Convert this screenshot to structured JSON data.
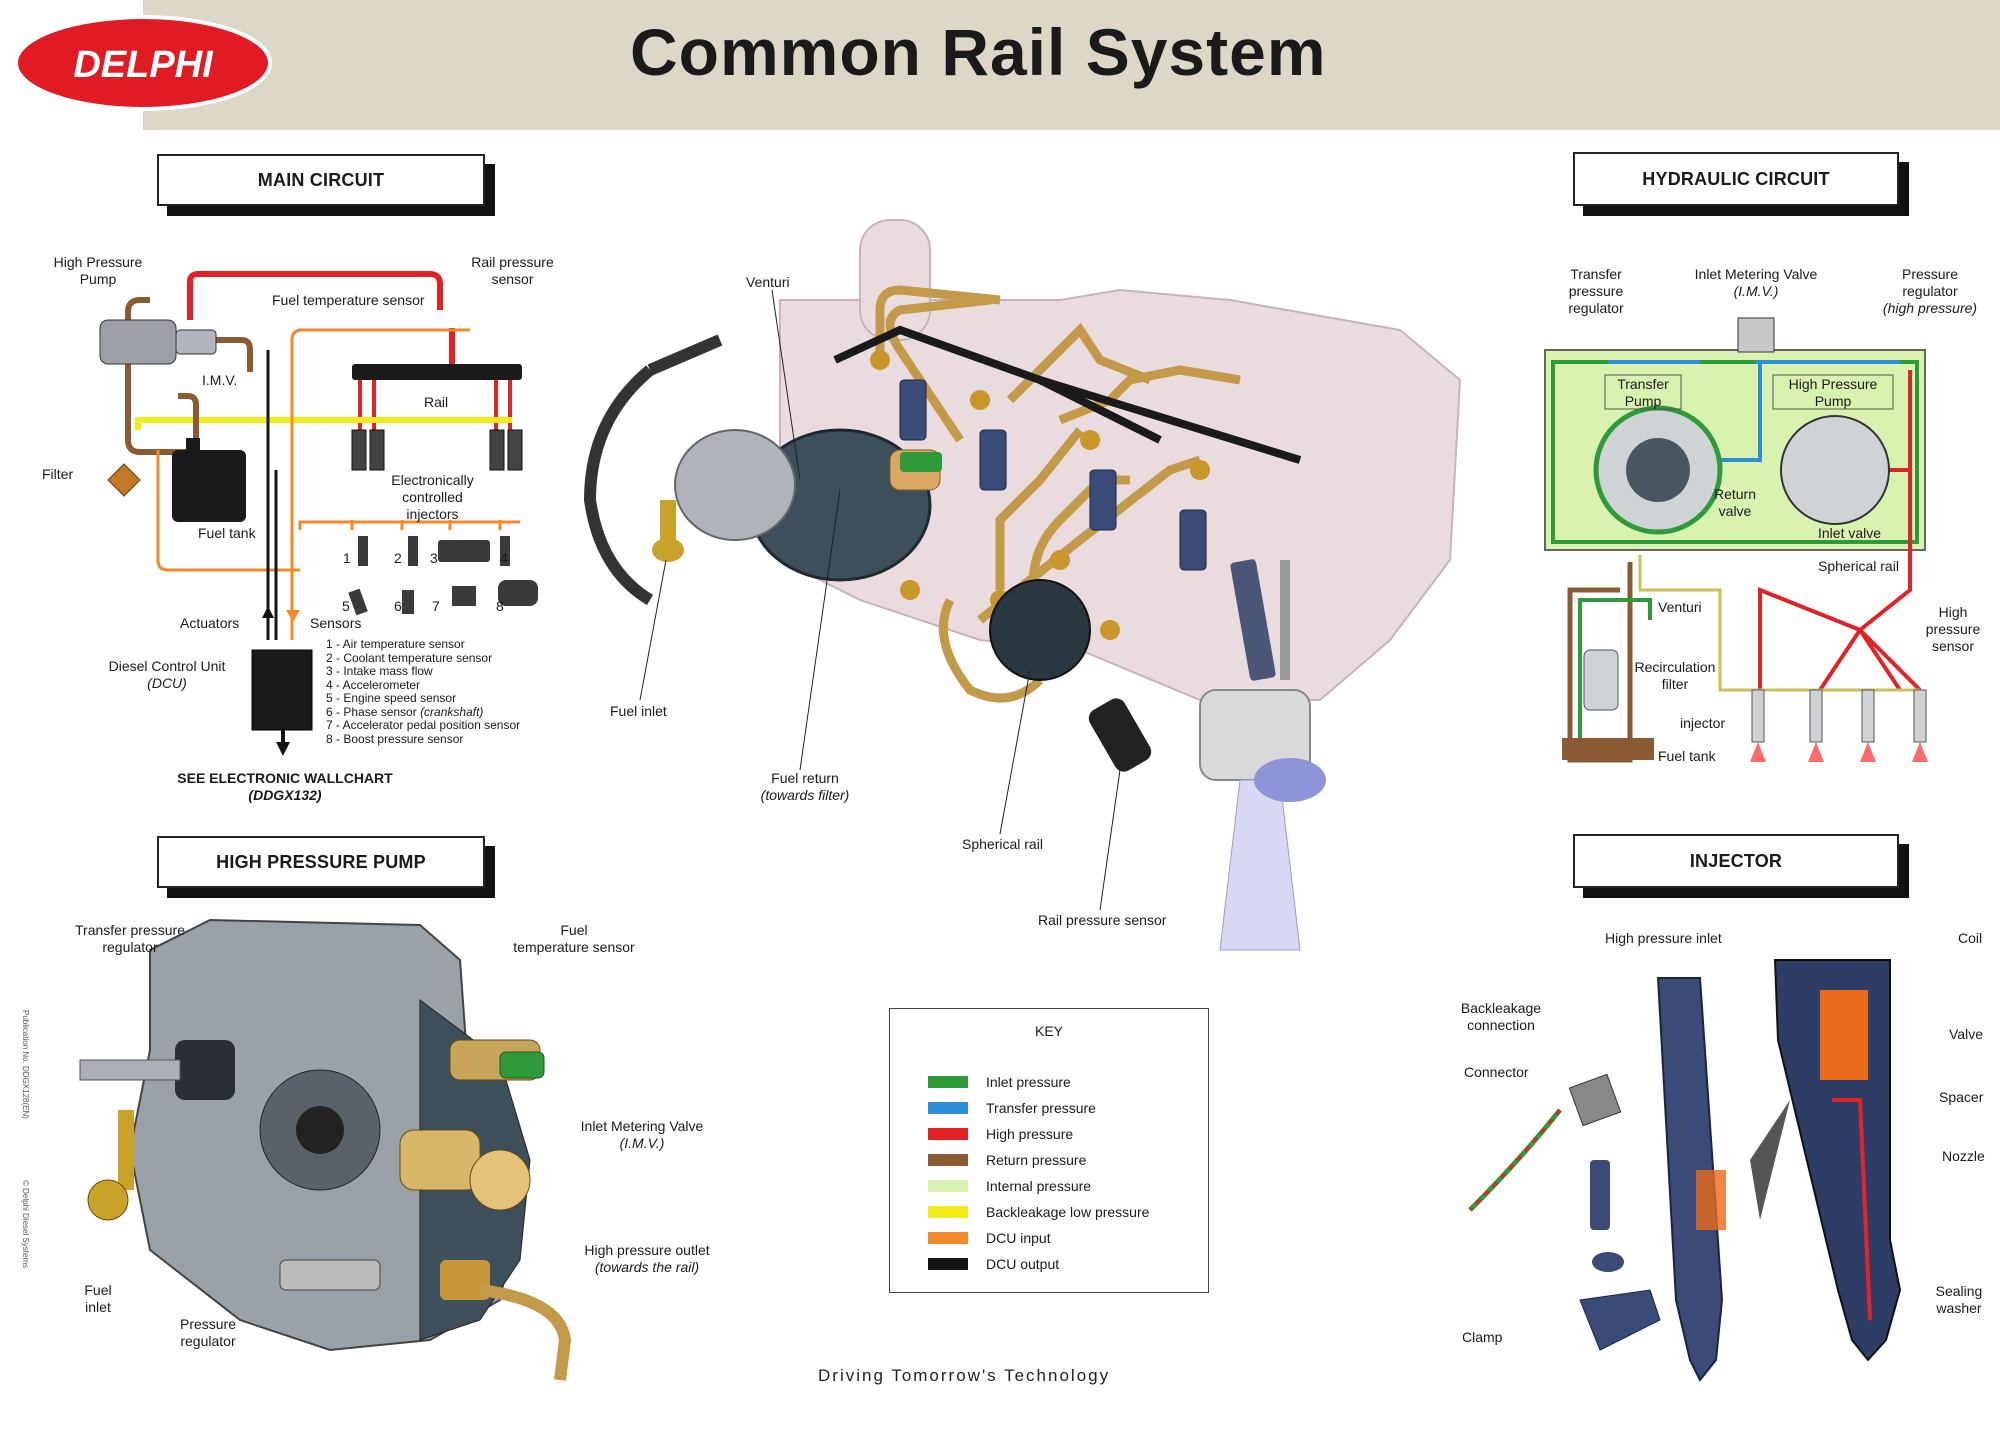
{
  "header": {
    "brand": "DELPHI",
    "title": "Common Rail System"
  },
  "sections": {
    "main_circuit": "MAIN CIRCUIT",
    "high_pressure_pump": "HIGH PRESSURE PUMP",
    "hydraulic_circuit": "HYDRAULIC CIRCUIT",
    "injector": "INJECTOR"
  },
  "main_circuit": {
    "hp_pump": [
      "High Pressure",
      "Pump"
    ],
    "rail_pressure_sensor": [
      "Rail pressure",
      "sensor"
    ],
    "fuel_temperature_sensor": "Fuel temperature sensor",
    "imv": "I.M.V.",
    "rail": "Rail",
    "filter": "Filter",
    "fuel_tank": "Fuel tank",
    "injectors": [
      "Electronically",
      "controlled",
      "injectors"
    ],
    "sensor_numbers": [
      "1",
      "2",
      "3",
      "4",
      "5",
      "6",
      "7",
      "8"
    ],
    "actuators": "Actuators",
    "sensors": "Sensors",
    "dcu": "Diesel Control Unit",
    "dcu_abbr": "(DCU)",
    "sensor_list": [
      "1 - Air temperature sensor",
      "2 - Coolant temperature sensor",
      "3 - Intake mass flow",
      "4 - Accelerometer",
      "5 - Engine speed sensor",
      "6 - Phase sensor ",
      "7 - Accelerator pedal position sensor",
      "8 - Boost pressure sensor"
    ],
    "phase_note": "(crankshaft)",
    "see_wallchart": "SEE ELECTRONIC WALLCHART",
    "wallchart_code": "(DDGX132)"
  },
  "engine": {
    "venturi": "Venturi",
    "fuel_inlet": "Fuel inlet",
    "fuel_return": "Fuel return",
    "fuel_return_note": "(towards filter)",
    "spherical_rail": "Spherical rail",
    "rail_pressure_sensor": "Rail pressure sensor"
  },
  "hp_pump": {
    "transfer_pressure_regulator": [
      "Transfer pressure",
      "regulator"
    ],
    "fuel_temperature_sensor": [
      "Fuel",
      "temperature sensor"
    ],
    "imv": "Inlet Metering Valve",
    "imv_abbr": "(I.M.V.)",
    "hp_outlet": "High pressure outlet",
    "hp_outlet_note": "(towards the rail)",
    "fuel_inlet": [
      "Fuel",
      "inlet"
    ],
    "pressure_regulator": [
      "Pressure",
      "regulator"
    ]
  },
  "hydraulic": {
    "transfer_pressure_regulator": [
      "Transfer",
      "pressure",
      "regulator"
    ],
    "imv": "Inlet Metering Valve",
    "imv_abbr": "(I.M.V.)",
    "pressure_regulator": [
      "Pressure",
      "regulator"
    ],
    "pressure_regulator_note": "(high pressure)",
    "transfer_pump": [
      "Transfer",
      "Pump"
    ],
    "hp_pump": [
      "High Pressure",
      "Pump"
    ],
    "return_valve": [
      "Return",
      "valve"
    ],
    "inlet_valve": "Inlet valve",
    "spherical_rail": "Spherical rail",
    "venturi": "Venturi",
    "hp_sensor": [
      "High",
      "pressure",
      "sensor"
    ],
    "recirculation_filter": [
      "Recirculation",
      "filter"
    ],
    "injector": "injector",
    "fuel_tank": "Fuel tank"
  },
  "injector": {
    "hp_inlet": "High pressure inlet",
    "coil": "Coil",
    "backleakage": [
      "Backleakage",
      "connection"
    ],
    "valve": "Valve",
    "connector": "Connector",
    "spacer": "Spacer",
    "nozzle": "Nozzle",
    "sealing_washer": [
      "Sealing",
      "washer"
    ],
    "clamp": "Clamp"
  },
  "key": {
    "title": "KEY",
    "items": [
      {
        "label": "Inlet pressure",
        "color": "#2e9a3a"
      },
      {
        "label": "Transfer pressure",
        "color": "#2f8fd6"
      },
      {
        "label": "High pressure",
        "color": "#e32228"
      },
      {
        "label": "Return pressure",
        "color": "#8a5a32"
      },
      {
        "label": "Internal pressure",
        "color": "#d9f2b0"
      },
      {
        "label": "Backleakage low pressure",
        "color": "#f4ea1a"
      },
      {
        "label": "DCU input",
        "color": "#f28a2a"
      },
      {
        "label": "DCU output",
        "color": "#141414"
      }
    ]
  },
  "footer": {
    "tagline": "Driving Tomorrow's Technology",
    "publication": "Publication No. DDGX128(EN)",
    "copyright": "© Delphi Diesel Systems"
  }
}
